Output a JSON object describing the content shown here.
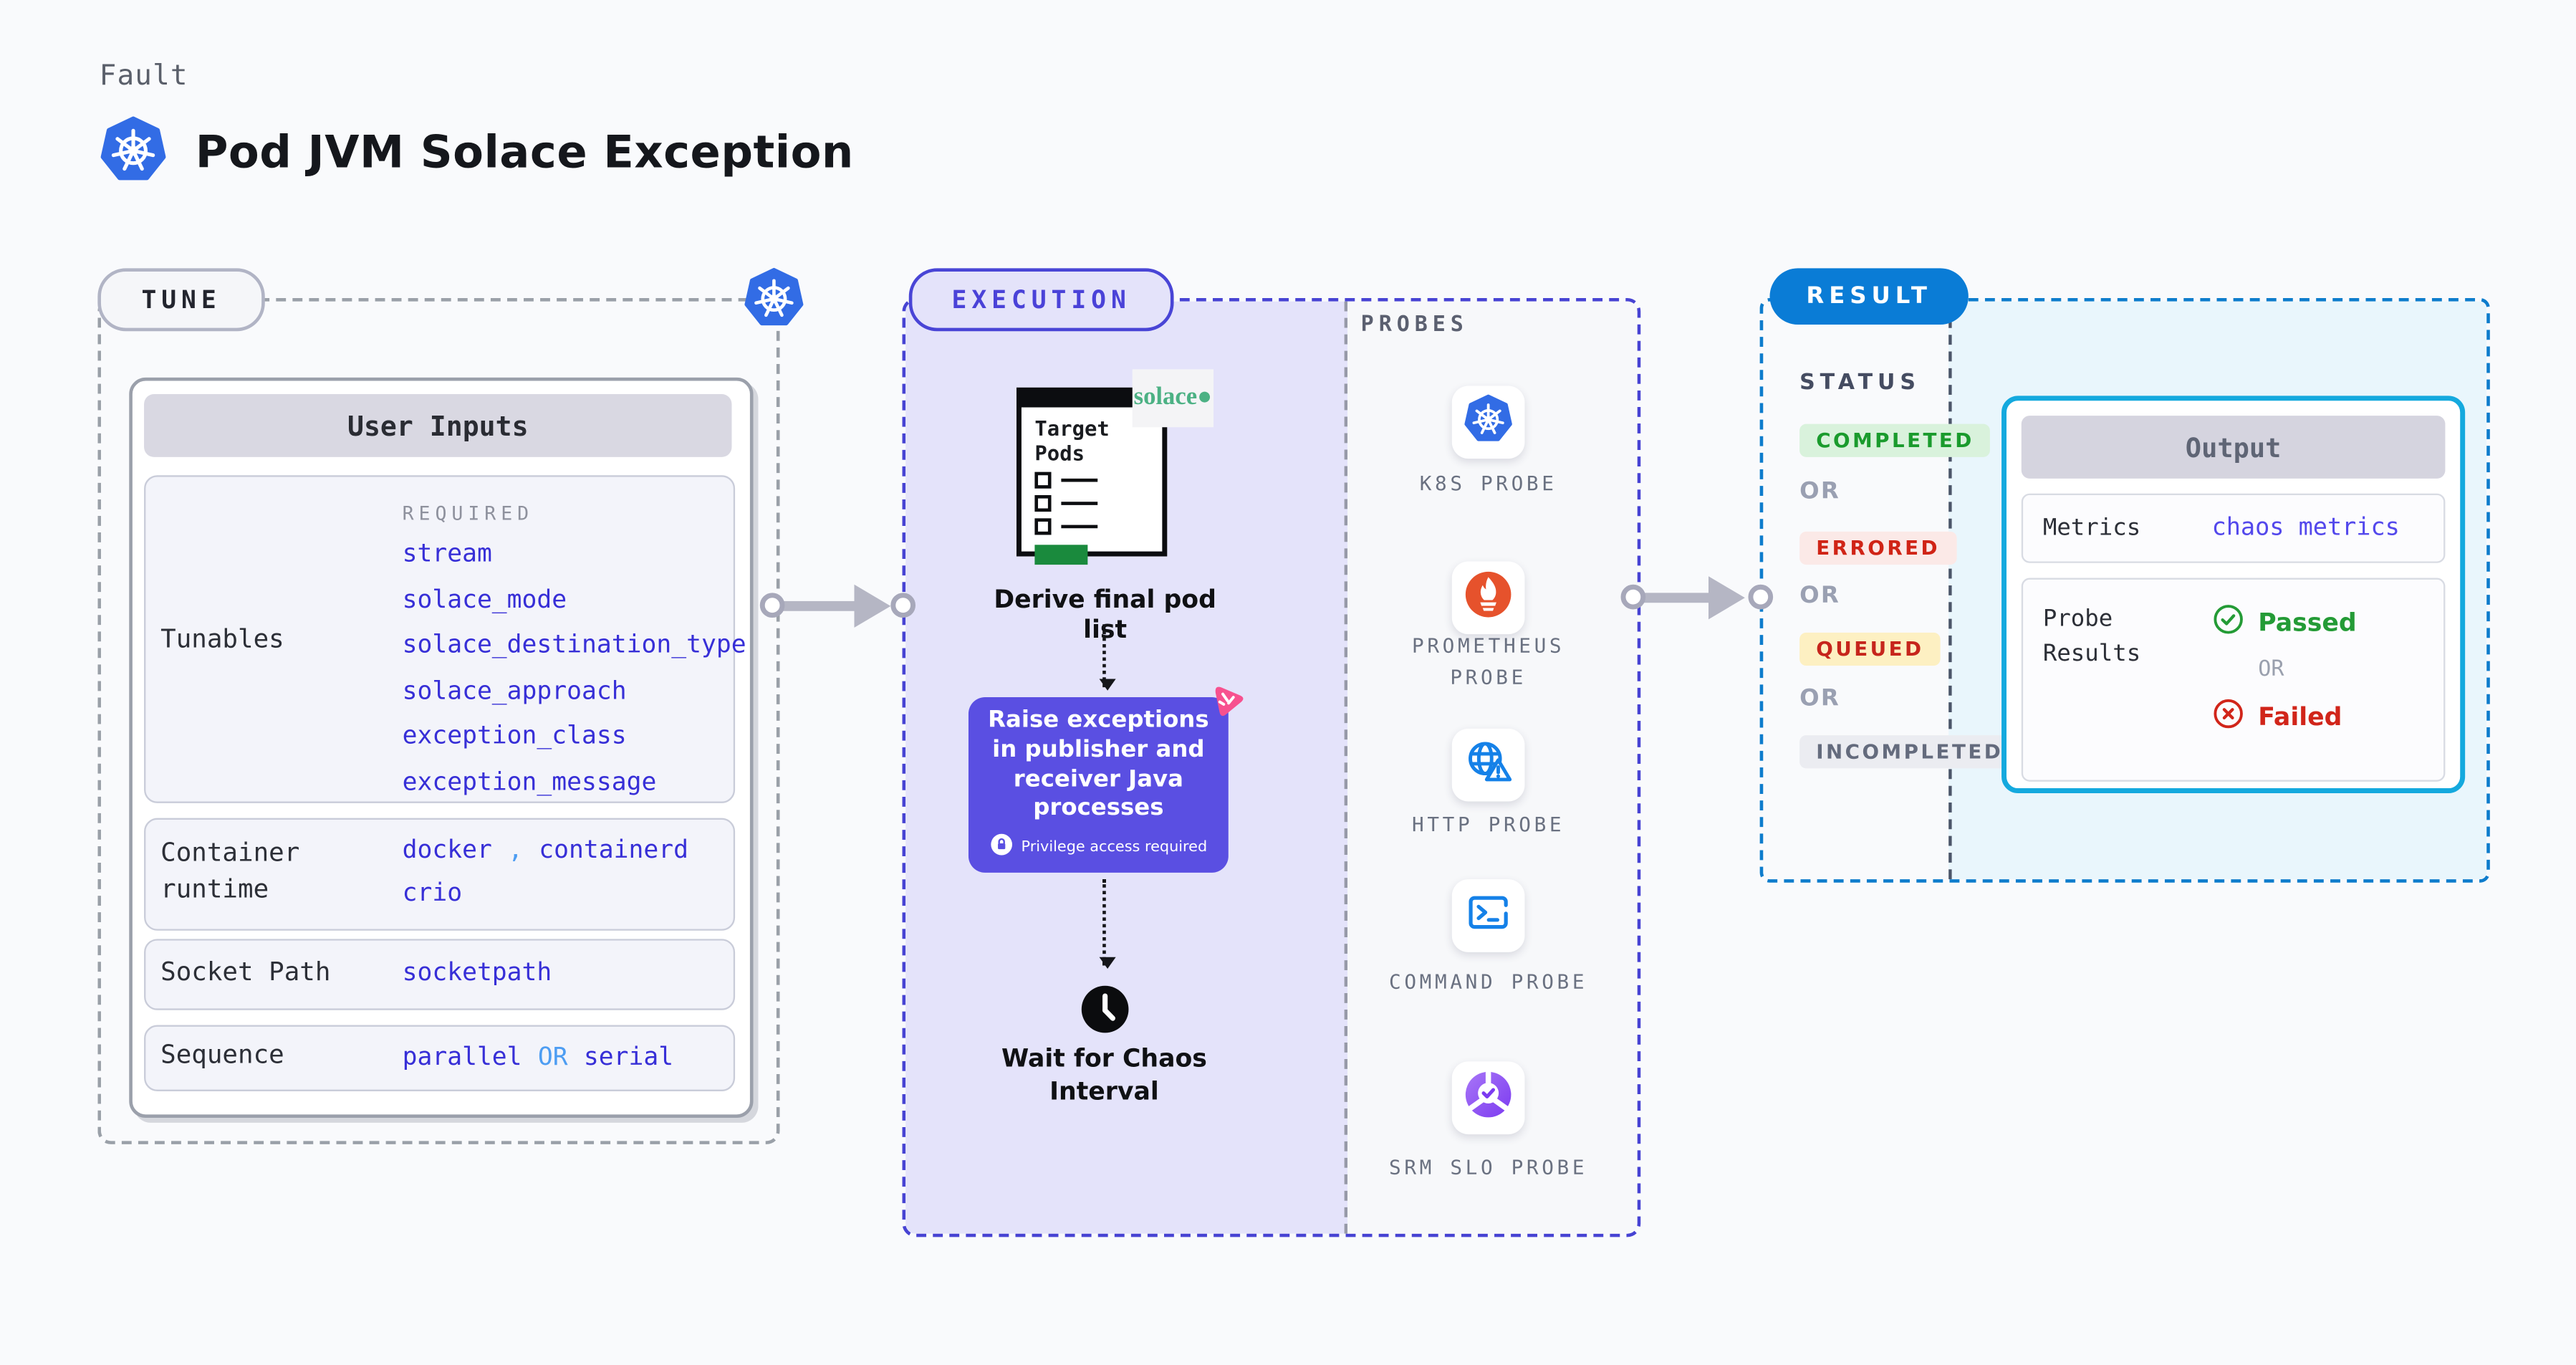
{
  "page": {
    "eyebrow": "Fault",
    "title": "Pod JVM Solace Exception",
    "background_color": "#f9fafc"
  },
  "tune": {
    "label": "TUNE",
    "user_inputs_title": "User Inputs",
    "tunables_label": "Tunables",
    "required_label": "REQUIRED",
    "tunable_values": [
      "stream",
      "solace_mode",
      "solace_destination_type",
      "solace_approach",
      "exception_class",
      "exception_message"
    ],
    "container_runtime_label": "Container runtime",
    "container_runtime_value_1": "docker",
    "container_runtime_separator": ",",
    "container_runtime_value_2": "containerd",
    "container_runtime_value_3": "crio",
    "socket_path_label": "Socket Path",
    "socket_path_value": "socketpath",
    "sequence_label": "Sequence",
    "sequence_value_1": "parallel",
    "sequence_or": "OR",
    "sequence_value_2": "serial",
    "value_color": "#372fd7",
    "value_alt_color": "#4d9df2"
  },
  "execution": {
    "label": "EXECUTION",
    "target_pods_title": "Target Pods",
    "solace_logo_text": "solace",
    "step_1": "Derive final pod list",
    "step_2": "Raise exceptions in publisher and receiver Java processes",
    "privilege_note": "Privilege access required",
    "step_3": "Wait for Chaos Interval",
    "accent_color": "#4743d3",
    "panel_color": "#e4e3fa",
    "step_box_color": "#5a4fe2"
  },
  "probes": {
    "label": "PROBES",
    "items": [
      {
        "label": "K8S PROBE",
        "icon": "kubernetes-icon"
      },
      {
        "label": "PROMETHEUS PROBE",
        "icon": "prometheus-icon"
      },
      {
        "label": "HTTP PROBE",
        "icon": "http-globe-warning-icon"
      },
      {
        "label": "COMMAND PROBE",
        "icon": "terminal-icon"
      },
      {
        "label": "SRM SLO PROBE",
        "icon": "slo-pie-check-icon"
      }
    ]
  },
  "result": {
    "label": "RESULT",
    "status_label": "STATUS",
    "or_label": "OR",
    "statuses": [
      {
        "label": "COMPLETED",
        "bg": "#d9f2dc",
        "color": "#1a9b2d"
      },
      {
        "label": "ERRORED",
        "bg": "#fbe9e7",
        "color": "#d02416"
      },
      {
        "label": "QUEUED",
        "bg": "#fdf0c2",
        "color": "#c6251c"
      },
      {
        "label": "INCOMPLETED",
        "bg": "#ebecf1",
        "color": "#646b7d"
      }
    ],
    "accent_color": "#0a7cd6",
    "output": {
      "title": "Output",
      "metrics_label": "Metrics",
      "metrics_value": "chaos metrics",
      "probe_results_label": "Probe Results",
      "passed_label": "Passed",
      "failed_label": "Failed",
      "or_label": "OR",
      "border_color": "#14a9de",
      "passed_color": "#249b36",
      "failed_color": "#d1251a"
    }
  }
}
